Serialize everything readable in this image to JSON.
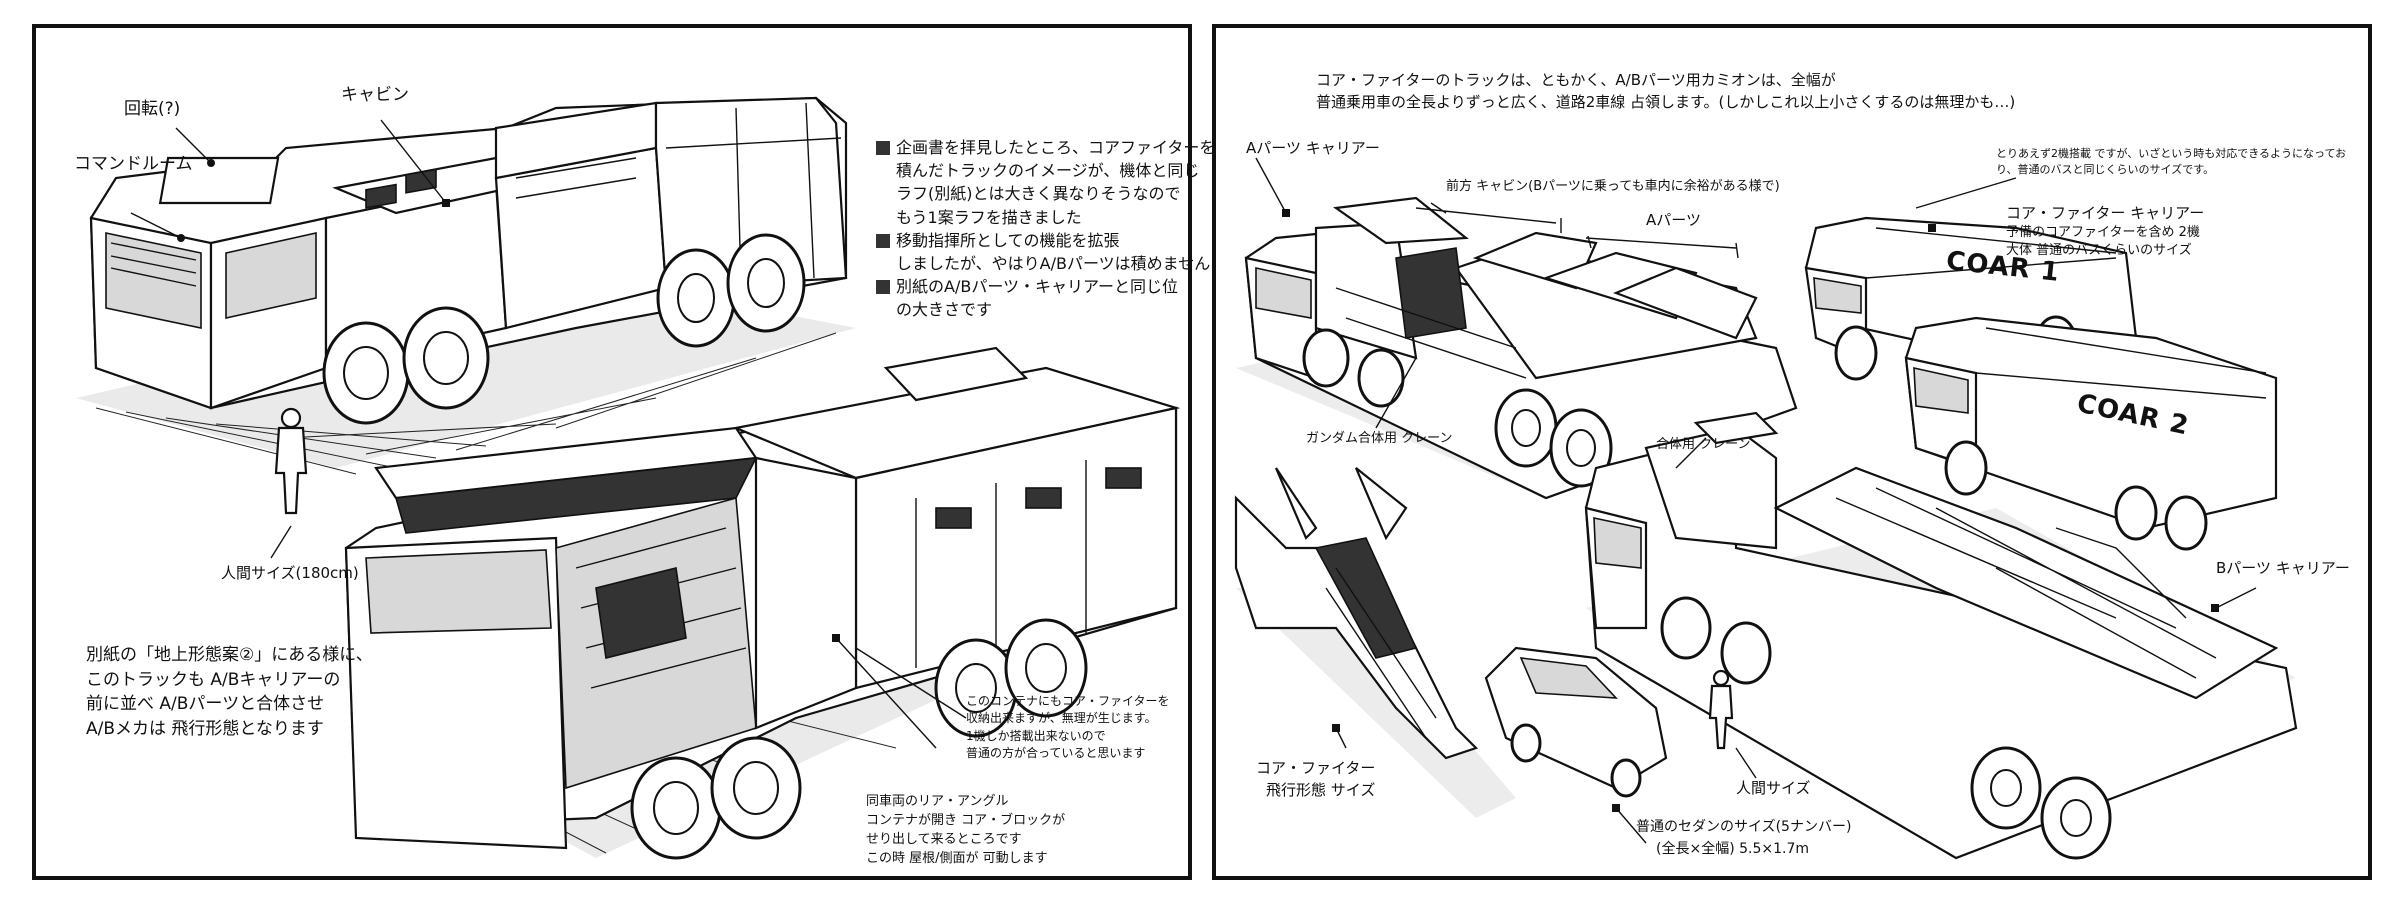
{
  "left_panel": {
    "labels": {
      "command_room": "コマンドルーム",
      "radar": "回転(?)",
      "cabin": "キャビン",
      "human_size": "人間サイズ(180cm)"
    },
    "notes_top": [
      "企画書を拝見したところ、コアファイターを",
      "積んだトラックのイメージが、機体と同じ",
      "ラフ(別紙)とは大きく異なりそうなので",
      "もう1案ラフを描きました",
      "移動指揮所としての機能を拡張",
      "しましたが、やはりA/Bパーツは積めません",
      "別紙のA/Bパーツ・キャリアーと同じ位",
      "の大きさです"
    ],
    "notes_bottom_left": [
      "別紙の「地上形態案②」にある様に、",
      "このトラックも A/Bキャリアーの",
      "前に並べ A/Bパーツと合体させ",
      "A/Bメカは 飛行形態となります"
    ],
    "notes_center_right": [
      "このコンテナにもコア・ファイターを",
      "収納出来ますが、無理が生じます。",
      "1機しか搭載出来ないので",
      "普通の方が合っていると思います"
    ],
    "notes_bottom_right": [
      "同車両のリア・アングル",
      "コンテナが開き コア・ブロックが",
      "せり出して来るところです",
      "この時 屋根/側面が 可動します"
    ]
  },
  "right_panel": {
    "header_notes": [
      "コア・ファイターのトラックは、ともかく、A/Bパーツ用カミオンは、全幅が",
      "普通乗用車の全長よりずっと広く、道路2車線 占領します。(しかしこれ以上小さくするのは無理かも…)"
    ],
    "labels": {
      "a_parts_carrier": "Aパーツ キャリアー",
      "front_cabin": "前方 キャビン(Bパーツに乗っても車内に余裕がある様で)",
      "a_parts": "Aパーツ",
      "crane_a": "ガンダム合体用 クレーン",
      "coar1_note": "コア・ファイター キャリアー",
      "coar1_sub": "予備のコアファイターを含め 2機",
      "coar1_sub2": "大体 普通のバスくらいのサイズ",
      "coar1_side_note": "とりあえず2機搭載 ですが、いざという時も対応できるようになっており、普通のバスと同じくらいのサイズです。",
      "crane_b": "合体用 クレーン",
      "b_parts_carrier": "Bパーツ キャリアー",
      "core_fighter": "コア・ファイター",
      "core_fighter_sub": "飛行形態 サイズ",
      "human_size": "人間サイズ",
      "sedan": "普通のセダンのサイズ(5ナンバー)",
      "sedan_sub": "(全長×全幅) 5.5×1.7m"
    },
    "vehicle_text": {
      "coar1": "COAR 1",
      "coar2": "COAR 2"
    }
  }
}
